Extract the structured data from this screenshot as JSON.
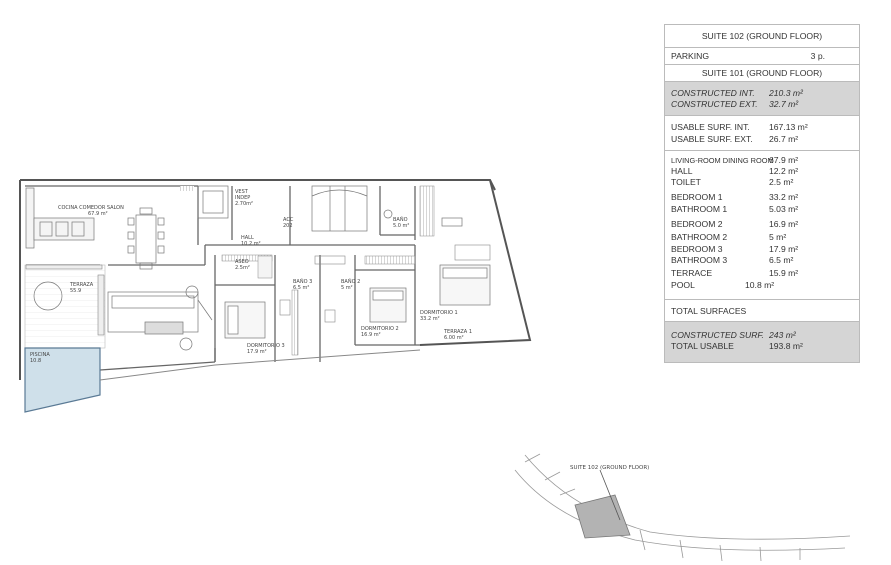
{
  "plan": {
    "rooms": {
      "cocina": "COCINA COMEDOR SALON",
      "cocina_area": "67.9 m²",
      "vest": "VEST",
      "indep": "INDEP",
      "vest_area": "2.70m²",
      "hall": "HALL",
      "hall_area": "10.2 m²",
      "acc": "ACC",
      "acc_num": "202",
      "bano": "BAÑO",
      "bano_area": "5.0 m²",
      "terraza": "TERRAZA",
      "terraza_area": "55.9",
      "aseo": "ASEO",
      "aseo_area": "2.5m²",
      "bano3": "BAÑO 3",
      "bano3_area": "6.5 m²",
      "bano2": "BAÑO 2",
      "bano2_area": "5 m²",
      "dorm1": "DORMITORIO 1",
      "dorm1_area": "33.2 m²",
      "dorm2": "DORMITORIO 2",
      "dorm2_area": "16.9 m²",
      "dorm3": "DORMITORIO 3",
      "dorm3_area": "17.9 m²",
      "terraza1": "TERRAZA 1",
      "terraza1_area": "6.00 m²",
      "piscina": "PISCINA",
      "piscina_area": "10.8"
    },
    "colors": {
      "pool": "#cfe0ea",
      "pool_stroke": "#5a7a95",
      "keymap_fill": "#b3b3b3"
    }
  },
  "summary": {
    "suite102_header": "SUITE 102 (GROUND FLOOR)",
    "parking_label": "PARKING",
    "parking_value": "3 p.",
    "suite101_header": "SUITE 101 (GROUND FLOOR)",
    "constructed_int_label": "CONSTRUCTED INT.",
    "constructed_int_value": "210.3 m²",
    "constructed_ext_label": "CONSTRUCTED EXT.",
    "constructed_ext_value": "32.7 m²",
    "usable_int_label": "USABLE SURF. INT.",
    "usable_int_value": "167.13 m²",
    "usable_ext_label": "USABLE SURF. EXT.",
    "usable_ext_value": "26.7 m²",
    "rooms": [
      {
        "label": "LIVING-ROOM DINING ROOM",
        "value": "67.9 m²"
      },
      {
        "label": "HALL",
        "value": "12.2 m²"
      },
      {
        "label": "TOILET",
        "value": "2.5 m²"
      },
      {
        "label": "BEDROOM 1",
        "value": "33.2 m²"
      },
      {
        "label": "BATHROOM 1",
        "value": "5.03 m²"
      },
      {
        "label": "BEDROOM 2",
        "value": "16.9 m²"
      },
      {
        "label": "BATHROOM 2",
        "value": "5 m²"
      },
      {
        "label": "BEDROOM 3",
        "value": "17.9 m²"
      },
      {
        "label": "BATHROOM 3",
        "value": "6.5 m²"
      },
      {
        "label": "TERRACE",
        "value": "15.9 m²"
      },
      {
        "label": "POOL",
        "value": "10.8 m²"
      }
    ],
    "total_header": "TOTAL SURFACES",
    "constructed_surf_label": "CONSTRUCTED SURF.",
    "constructed_surf_value": "243 m²",
    "total_usable_label": "TOTAL USABLE",
    "total_usable_value": "193.8 m²"
  },
  "keymap": {
    "label": "SUITE 102 (GROUND FLOOR)"
  }
}
